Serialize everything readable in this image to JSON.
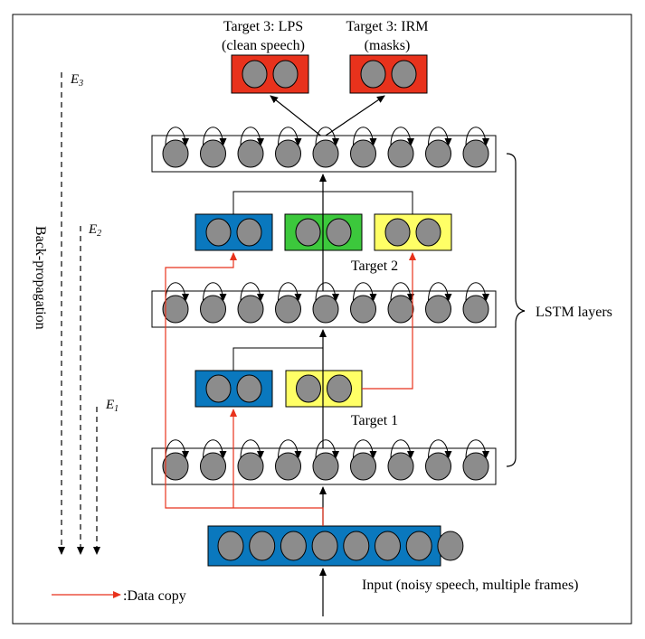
{
  "labels": {
    "target3_lps_line1": "Target 3: LPS",
    "target3_lps_line2": "(clean speech)",
    "target3_irm_line1": "Target 3: IRM",
    "target3_irm_line2": "(masks)",
    "target2": "Target 2",
    "target1": "Target 1",
    "lstm_layers": "LSTM layers",
    "input": "Input (noisy speech, multiple frames)",
    "backprop": "Back-propagation",
    "e3_letter": "E",
    "e3_sub": "3",
    "e2_letter": "E",
    "e2_sub": "2",
    "e1_letter": "E",
    "e1_sub": "1",
    "legend_data_copy": ":Data copy"
  },
  "colors": {
    "red_box": "#e8321c",
    "blue_box": "#0a78be",
    "green_box": "#3cc83c",
    "yellow_box": "#ffff66",
    "neuron_fill": "#8c8c8c",
    "data_copy_line": "#e8321c"
  },
  "structure": {
    "lstm_layer_count": 3,
    "neurons_per_lstm_layer": 9,
    "input_neurons": 8,
    "neurons_per_target_box": 2
  }
}
